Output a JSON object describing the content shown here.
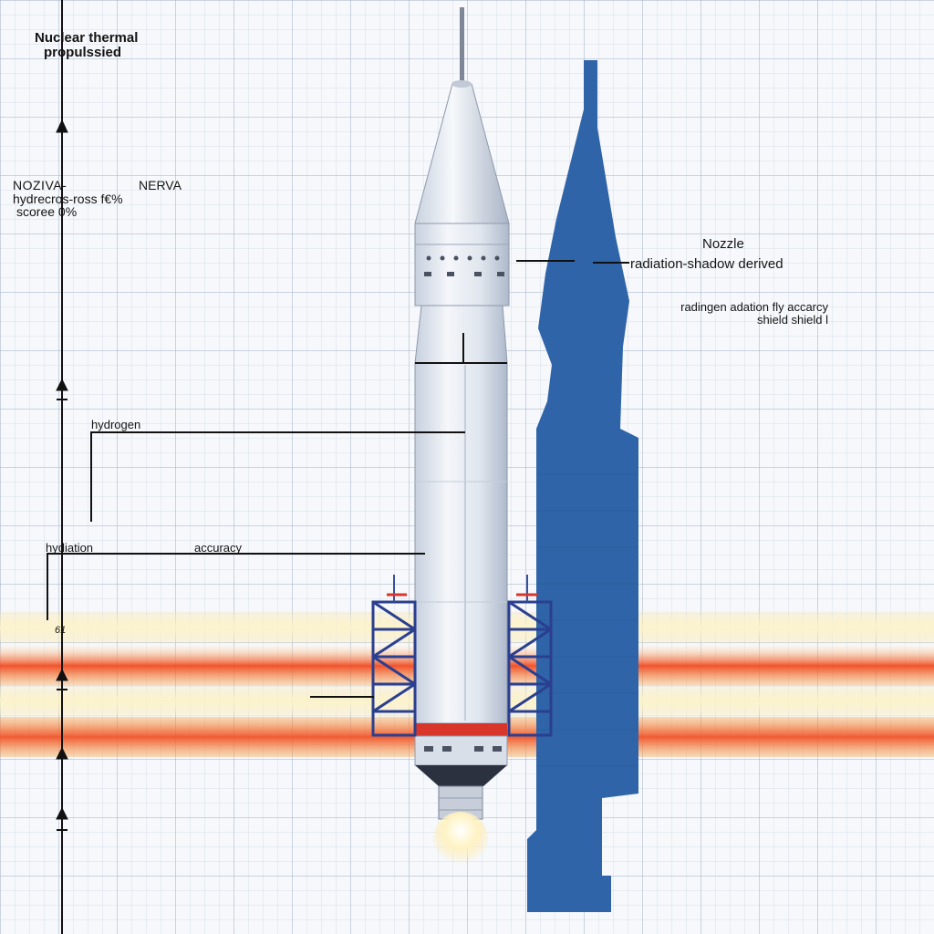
{
  "labels": {
    "title_line1": "Nuclear thermal",
    "title_line2": "propulssied",
    "left_line1": "NOZIVA-",
    "left_line1_right": "NERVA",
    "left_line2": "hydrecros-ross f€%",
    "left_line3": "scoree 0%",
    "nozzle": "Nozzle",
    "radiation_shadow": "radiation-shadow derived",
    "rad_small_line1": "radingen adation fly accarcy",
    "rad_small_line2": "shield shield l",
    "hydrogen": "hydrogen",
    "hydiation": "hydiation",
    "accuracy": "accuracy",
    "tick_mark": "61"
  },
  "colors": {
    "grid": "#9aa6be",
    "rocket_body": "#e4e9f1",
    "rocket_shade": "#b9c3d3",
    "shadow_silhouette": "#2f64a8",
    "band_red": "#f04a22",
    "band_orange": "#f7a041",
    "band_yellow": "#fbe6a6",
    "tower": "#2a3f8f",
    "tower_accent": "#d8362a",
    "leader_line": "#111111"
  }
}
